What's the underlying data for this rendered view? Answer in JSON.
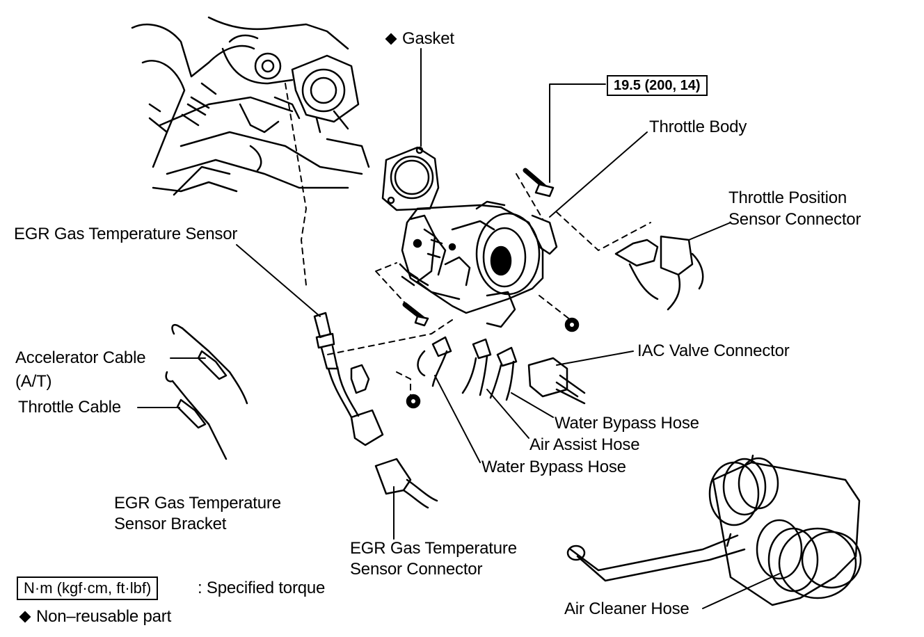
{
  "labels": {
    "gasket": "Gasket",
    "torque_spec": "19.5 (200, 14)",
    "throttle_body": "Throttle Body",
    "tps_connector_1": "Throttle Position",
    "tps_connector_2": "Sensor Connector",
    "egr_sensor": "EGR Gas Temperature Sensor",
    "iac_connector": "IAC Valve Connector",
    "accel_cable_1": "Accelerator Cable",
    "accel_cable_2": "(A/T)",
    "throttle_cable": "Throttle Cable",
    "water_bypass_hose_upper": "Water Bypass Hose",
    "air_assist_hose": "Air Assist Hose",
    "water_bypass_hose_lower": "Water Bypass Hose",
    "egr_bracket_1": "EGR Gas Temperature",
    "egr_bracket_2": "Sensor Bracket",
    "egr_connector_1": "EGR Gas Temperature",
    "egr_connector_2": "Sensor Connector",
    "air_cleaner_hose": "Air Cleaner Hose"
  },
  "legend": {
    "torque_unit": "N·m (kgf·cm, ft·lbf)",
    "torque_desc": ": Specified torque",
    "nonreusable": "Non–reusable part"
  },
  "icons": [
    "non-reusable-diamond-icon"
  ]
}
